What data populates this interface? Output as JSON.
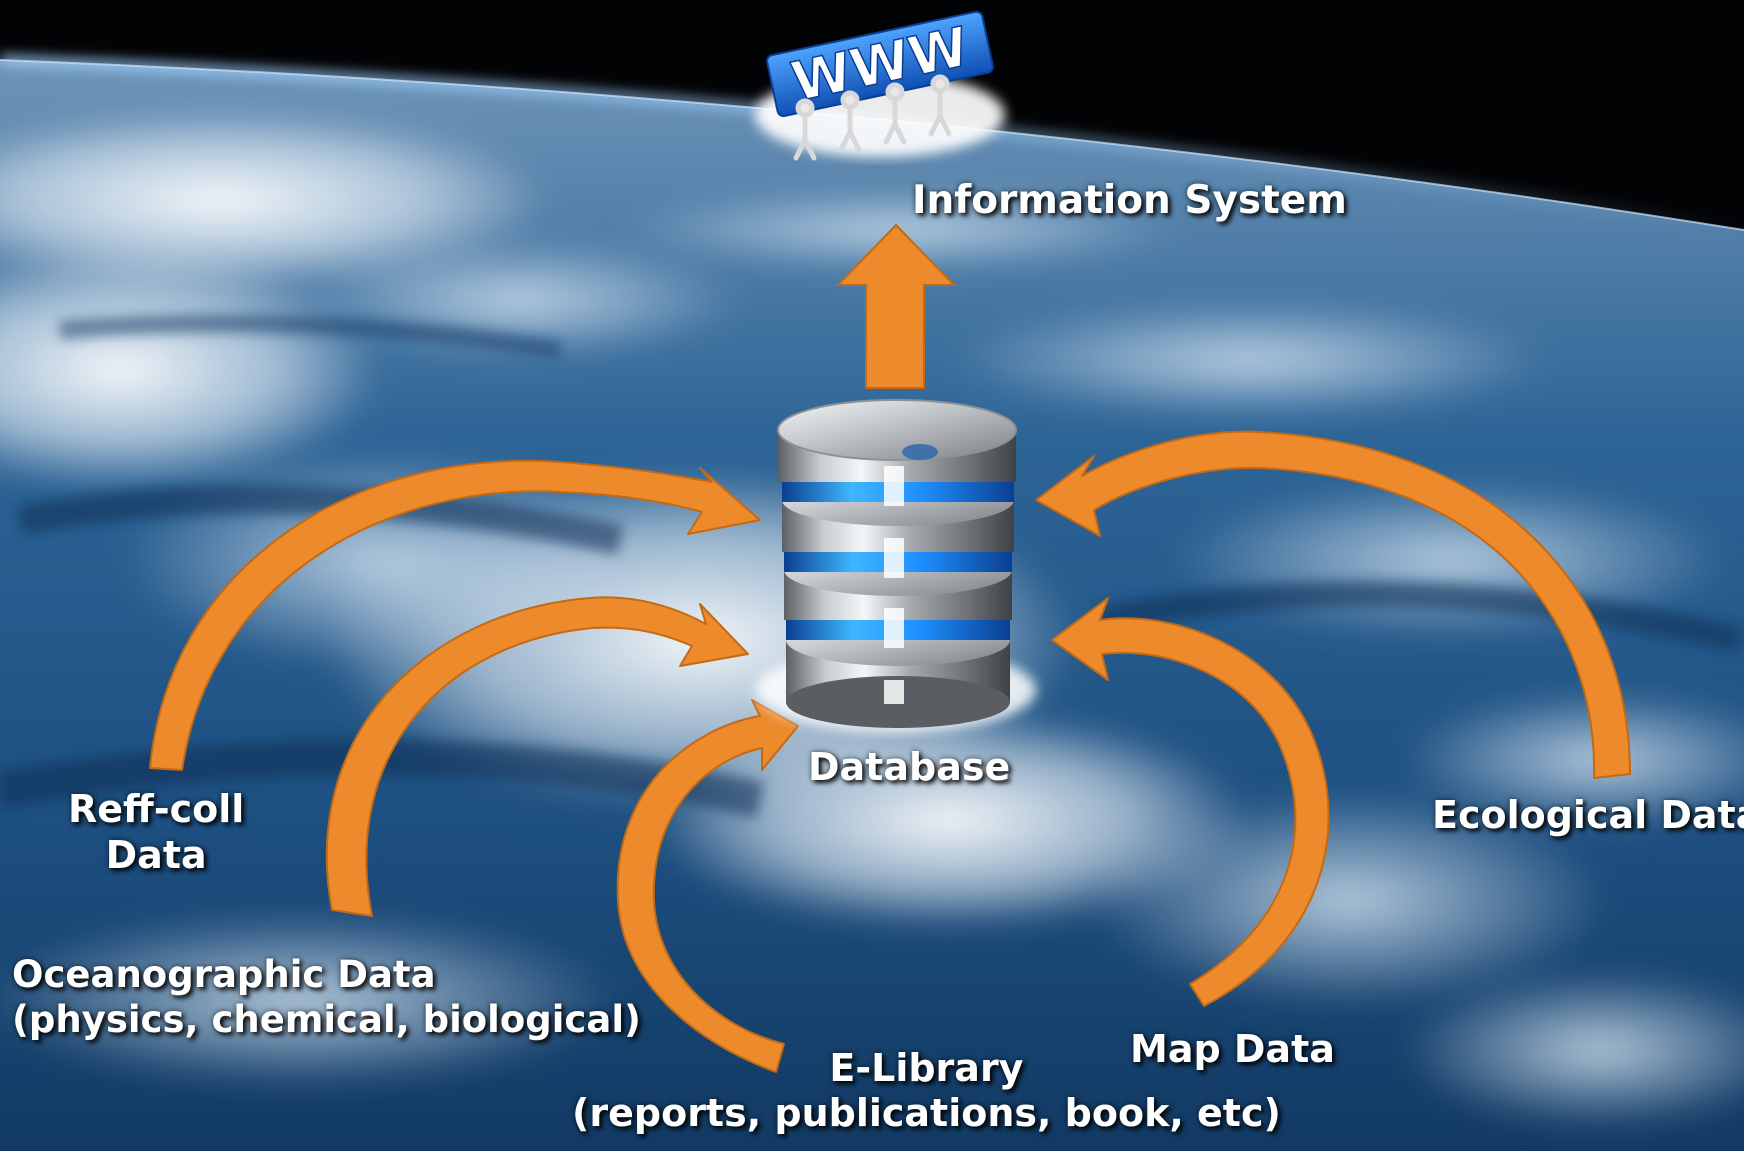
{
  "nodes": {
    "information_system": "Information System",
    "www_sign": "WWW",
    "database": "Database",
    "reff_coll": {
      "line1": "Reff-coll",
      "line2": "Data"
    },
    "oceanographic": {
      "line1": "Oceanographic Data",
      "line2": "(physics, chemical, biological)"
    },
    "elibrary": {
      "line1": "E-Library",
      "line2": "(reports, publications, book, etc)"
    },
    "map": "Map Data",
    "ecological": "Ecological Data"
  },
  "edges": [
    {
      "from": "Reff-coll Data",
      "to": "Database"
    },
    {
      "from": "Oceanographic Data",
      "to": "Database"
    },
    {
      "from": "E-Library",
      "to": "Database"
    },
    {
      "from": "Map Data",
      "to": "Database"
    },
    {
      "from": "Ecological Data",
      "to": "Database"
    },
    {
      "from": "Database",
      "to": "Information System"
    }
  ],
  "colors": {
    "arrow": "#ec8a2c",
    "arrow_dark": "#c26a16",
    "ring_glow": "#1e8fff",
    "www_blue": "#1e6fd6",
    "space": "#000000",
    "ocean": "#1c4f80"
  }
}
